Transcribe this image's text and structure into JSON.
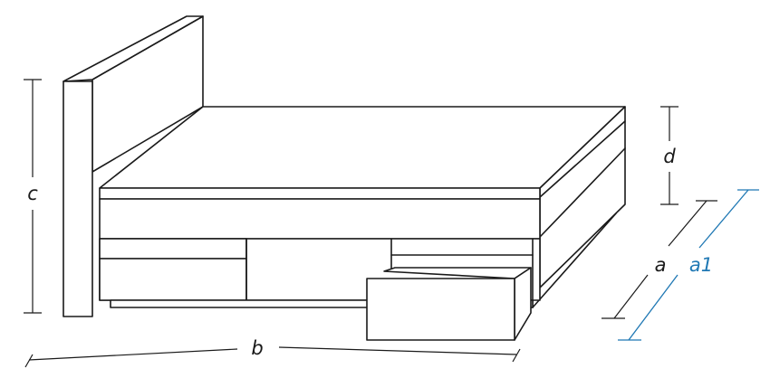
{
  "labels": {
    "a": "a",
    "a1": "a1",
    "b": "b",
    "c": "c",
    "d": "d"
  },
  "colors": {
    "line": "#1a1a1a",
    "accent_blue": "#1f78b4",
    "background": "#ffffff"
  }
}
